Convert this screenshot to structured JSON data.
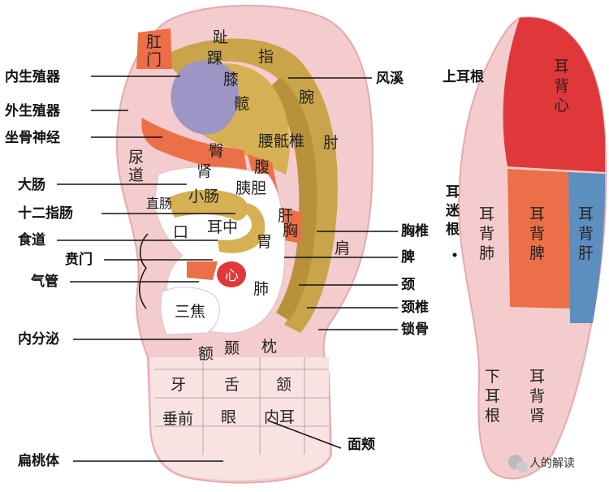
{
  "left_labels": [
    "内生殖器",
    "外生殖器",
    "坐骨神经",
    "大肠",
    "十二指肠",
    "食道",
    "贲门",
    "气管",
    "内分泌",
    "扁桃体"
  ],
  "right_labels": [
    "风溪",
    "胸椎",
    "脾",
    "颈",
    "颈椎",
    "锁骨",
    "面颊"
  ],
  "back_labels": {
    "shang_er_gen": "上耳根",
    "er_mi_gen": "耳\n迷\n根"
  },
  "zones": {
    "ganmen": "肛\n门",
    "zhi_toe": "趾",
    "huai": "踝",
    "zhi_finger": "指",
    "xi": "膝",
    "kuan": "髋",
    "wan": "腕",
    "yao_di_zhui": "腰骶椎",
    "zhou": "肘",
    "tun": "臀",
    "fu": "腹",
    "niao_dao": "尿\n道",
    "shen": "肾",
    "xiao_chang": "小肠",
    "yi_dan": "胰胆",
    "zhi_chang": "直肠",
    "gan": "肝",
    "er_zhong": "耳中",
    "kou": "口",
    "wei": "胃",
    "xiong": "胸",
    "jian": "肩",
    "xin": "心",
    "fei": "肺",
    "san_jiao": "三焦",
    "nie": "颞",
    "zhen": "枕",
    "e": "额",
    "ya": "牙",
    "she": "舌",
    "han": "颔",
    "chui_qian": "垂前",
    "yan": "眼",
    "nei_er": "内耳"
  },
  "back_zones": {
    "er_bei_xin": "耳\n背\n心",
    "er_bei_fei": "耳\n背\n肺",
    "er_bei_pi": "耳\n背\n脾",
    "er_bei_gan": "耳\n背\n肝",
    "xia_er_gen": "下\n耳\n根",
    "er_bei_shen": "耳\n背\n肾"
  },
  "watermark": "人的解读",
  "colors": {
    "skin": "#f4cccd",
    "skin_dark": "#e9b2b4",
    "white_zone": "#ffffff",
    "gold": "#c9a44a",
    "gold_dark": "#a9872f",
    "lavender": "#9d95c4",
    "orange": "#ec7047",
    "red": "#e0383a",
    "blue": "#5d8fbe"
  }
}
